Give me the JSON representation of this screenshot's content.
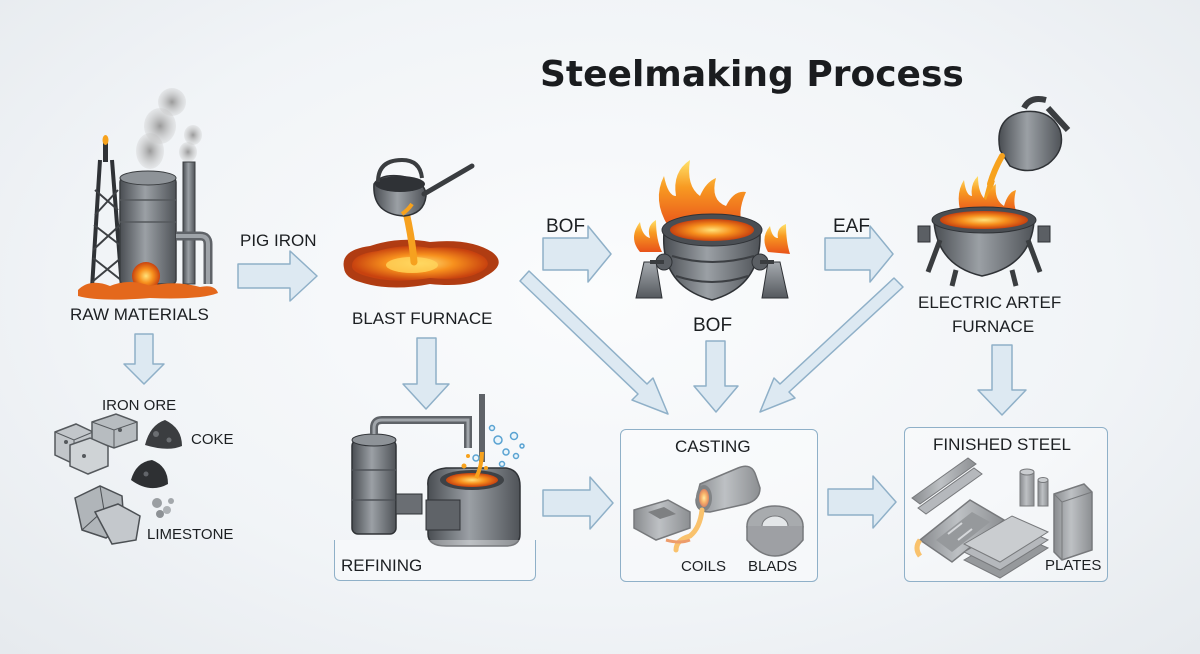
{
  "title": "Steelmaking Process",
  "stages": {
    "raw_materials": "RAW MATERIALS",
    "blast_furnace": "BLAST FURNACE",
    "bof": "BOF",
    "electric_furnace": "ELECTRIC ARTEF FURNACE",
    "electric_furnace_line1": "ELECTRIC ARTEF",
    "electric_furnace_line2": "FURNACE",
    "refining": "REFINING",
    "casting": "CASTING",
    "finished_steel": "FINISHED STEEL"
  },
  "materials": {
    "iron_ore": "IRON ORE",
    "coke": "COKE",
    "limestone": "LIMESTONE"
  },
  "flow_labels": {
    "pig_iron": "PIG IRON",
    "bof": "BOF",
    "eaf": "EAF"
  },
  "products": {
    "coils": "COILS",
    "blads": "BLADS",
    "plates": "PLATES"
  },
  "colors": {
    "arrow_fill": "#dde9f2",
    "arrow_stroke": "#8fb0c8",
    "molten": "#f08a1c",
    "steel": "#6e7378"
  }
}
